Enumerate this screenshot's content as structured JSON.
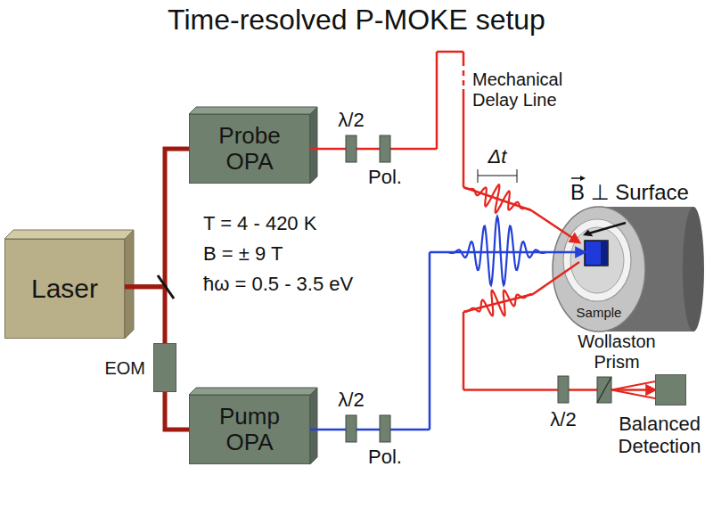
{
  "diagram": {
    "title": "Time-resolved P-MOKE setup",
    "nodes": [
      {
        "text": [
          "Laser"
        ]
      },
      {
        "text": [
          "Probe OPA"
        ]
      },
      {
        "text": [
          "Pump OPA"
        ]
      },
      {
        "text": [
          "EOM"
        ]
      },
      {
        "text": [
          "Sample"
        ]
      },
      {
        "text": [
          "Balanced Detection"
        ]
      }
    ],
    "edges": [
      {
        "from": 0,
        "to": 1,
        "arrow": "none"
      },
      {
        "from": 0,
        "to": 3,
        "arrow": "none"
      },
      {
        "from": 3,
        "to": 2,
        "arrow": "none"
      },
      {
        "from": 1,
        "to": 4,
        "arrow": "to"
      },
      {
        "from": 2,
        "to": 4,
        "arrow": "to"
      },
      {
        "from": 4,
        "to": 5,
        "arrow": "to"
      }
    ],
    "labels": [
      "λ/2",
      "Pol.",
      "Mechanical Delay Line",
      "Δt",
      "B ⊥ Surface",
      "T = 4 - 420 K",
      "B = ± 9 T",
      "ħω = 0.5 - 3.5 eV",
      "λ/2",
      "Pol.",
      "λ/2",
      "Wollaston Prism"
    ]
  }
}
